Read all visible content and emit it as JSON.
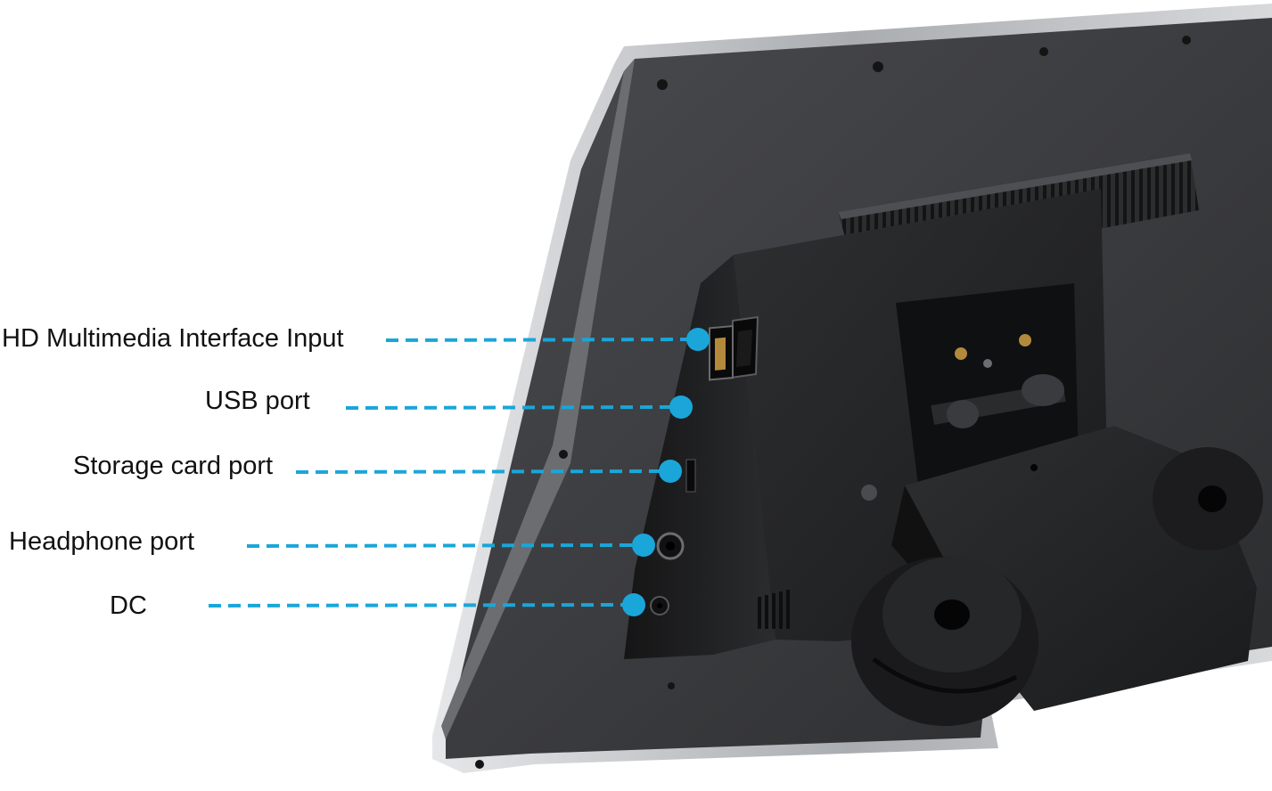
{
  "callouts": [
    {
      "label": "HD Multimedia Interface Input"
    },
    {
      "label": "USB port"
    },
    {
      "label": "Storage card port"
    },
    {
      "label": "Headphone port"
    },
    {
      "label": "DC"
    }
  ],
  "colors": {
    "callout": "#1aa6d9",
    "frame": "#b9bcc0",
    "panel": "#3a3b3e",
    "panel_dark": "#232426",
    "bracket": "#1c1c1e"
  }
}
